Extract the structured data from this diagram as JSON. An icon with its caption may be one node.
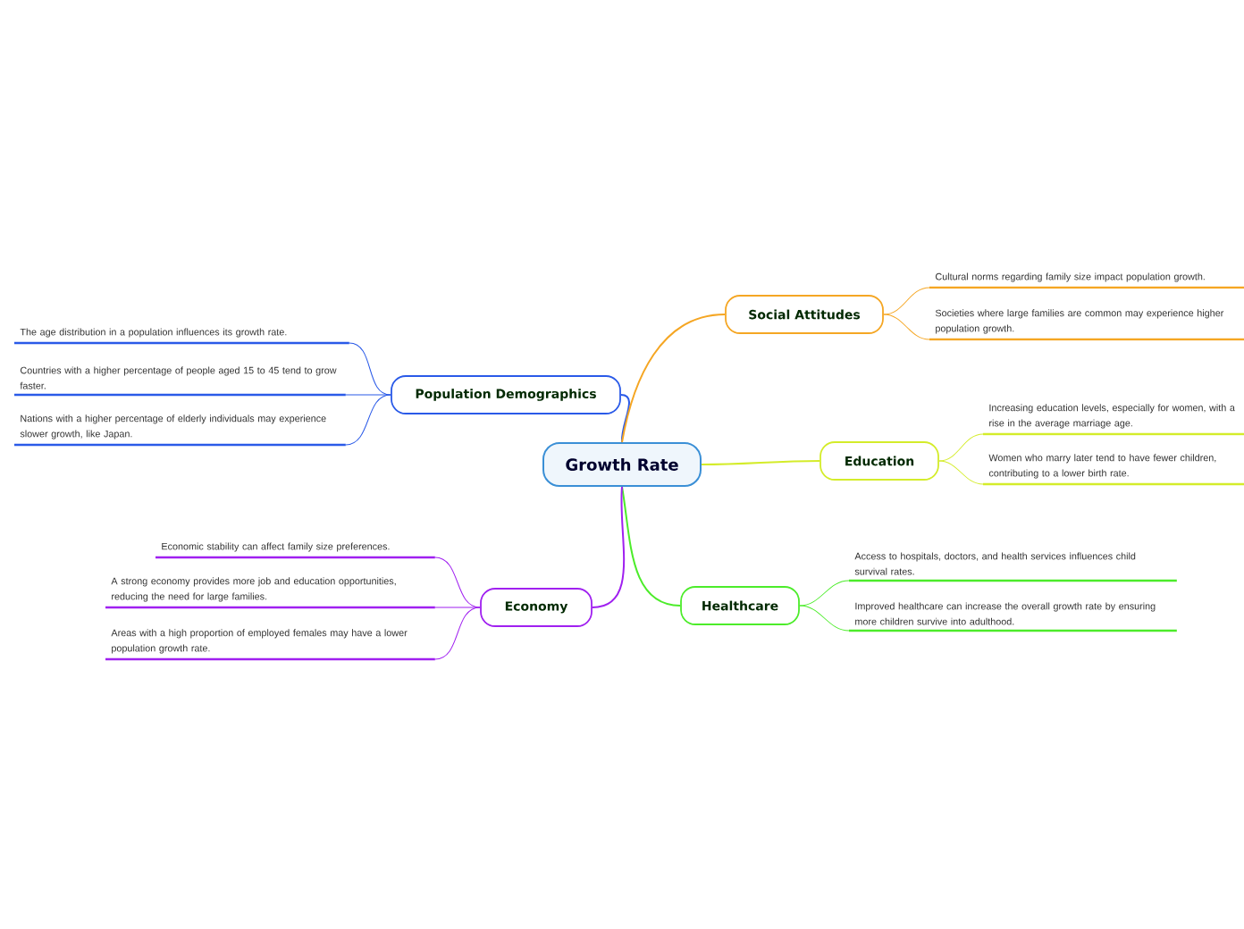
{
  "diagram": {
    "nodes": [
      {
        "text": [
          "Growth Rate"
        ]
      },
      {
        "text": [
          "Population Demographics"
        ]
      },
      {
        "text": [
          "The age distribution in a population influences its growth rate."
        ]
      },
      {
        "text": [
          "Countries with a higher percentage of people aged 15 to 45 tend to grow faster."
        ]
      },
      {
        "text": [
          "Nations with a higher percentage of elderly individuals may experience slower growth, like Japan."
        ]
      },
      {
        "text": [
          "Social Attitudes"
        ]
      },
      {
        "text": [
          "Cultural norms regarding family size impact population growth."
        ]
      },
      {
        "text": [
          "Societies where large families are common may experience higher population growth."
        ]
      },
      {
        "text": [
          "Education"
        ]
      },
      {
        "text": [
          "Increasing education levels, especially for women, with a rise in the average marriage age."
        ]
      },
      {
        "text": [
          "Women who marry later tend to have fewer children, contributing to a lower birth rate."
        ]
      },
      {
        "text": [
          "Healthcare"
        ]
      },
      {
        "text": [
          "Access to hospitals, doctors, and health services influences child survival rates."
        ]
      },
      {
        "text": [
          "Improved healthcare can increase the overall growth rate by ensuring more children survive into adulthood."
        ]
      },
      {
        "text": [
          "Economy"
        ]
      },
      {
        "text": [
          "Economic stability can affect family size preferences."
        ]
      },
      {
        "text": [
          "A strong economy provides more job and education opportunities, reducing the need for large families."
        ]
      },
      {
        "text": [
          "Areas with a high proportion of employed females may have a lower population growth rate."
        ]
      }
    ],
    "edges": [
      {
        "from": 0,
        "to": 1,
        "arrow": "none",
        "color": "#2a5ae8"
      },
      {
        "from": 1,
        "to": 2,
        "arrow": "none",
        "color": "#2a5ae8"
      },
      {
        "from": 1,
        "to": 3,
        "arrow": "none",
        "color": "#2a5ae8"
      },
      {
        "from": 1,
        "to": 4,
        "arrow": "none",
        "color": "#2a5ae8"
      },
      {
        "from": 0,
        "to": 5,
        "arrow": "none",
        "color": "#f5a623"
      },
      {
        "from": 5,
        "to": 6,
        "arrow": "none",
        "color": "#f5a623"
      },
      {
        "from": 5,
        "to": 7,
        "arrow": "none",
        "color": "#f5a623"
      },
      {
        "from": 0,
        "to": 8,
        "arrow": "none",
        "color": "#d4ec2a"
      },
      {
        "from": 8,
        "to": 9,
        "arrow": "none",
        "color": "#d4ec2a"
      },
      {
        "from": 8,
        "to": 10,
        "arrow": "none",
        "color": "#d4ec2a"
      },
      {
        "from": 0,
        "to": 11,
        "arrow": "none",
        "color": "#4cec2a"
      },
      {
        "from": 11,
        "to": 12,
        "arrow": "none",
        "color": "#4cec2a"
      },
      {
        "from": 11,
        "to": 13,
        "arrow": "none",
        "color": "#4cec2a"
      },
      {
        "from": 0,
        "to": 14,
        "arrow": "none",
        "color": "#a020f0"
      },
      {
        "from": 14,
        "to": 15,
        "arrow": "none",
        "color": "#a020f0"
      },
      {
        "from": 14,
        "to": 16,
        "arrow": "none",
        "color": "#a020f0"
      },
      {
        "from": 14,
        "to": 17,
        "arrow": "none",
        "color": "#a020f0"
      }
    ]
  }
}
